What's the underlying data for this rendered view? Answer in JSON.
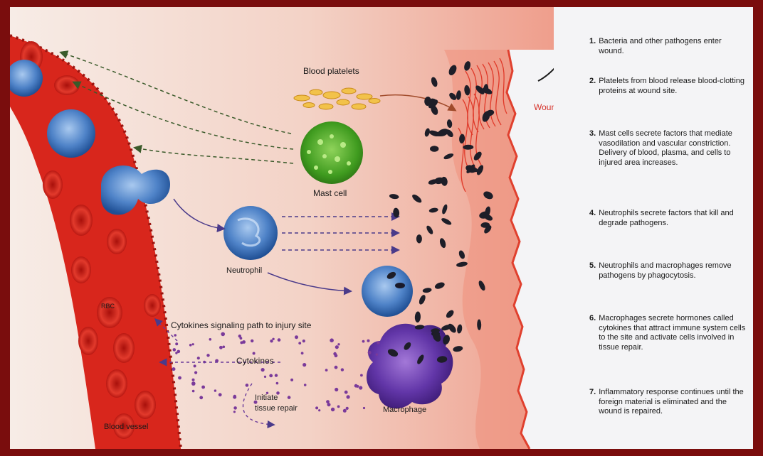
{
  "labels": {
    "blood_platelets": "Blood platelets",
    "mast_cell": "Mast cell",
    "neutrophil": "Neutrophil",
    "wound": "Wound",
    "cytokines_signaling": "Cytokines signaling path to injury site",
    "cytokines": "Cytokines",
    "initiate": "Initiate",
    "tissue_repair": "tissue repair",
    "macrophage": "Macrophage",
    "blood_vessel": "Blood vessel",
    "rbc": "RBC"
  },
  "steps": [
    {
      "num": "1.",
      "text": "Bacteria and other pathogens enter wound."
    },
    {
      "num": "2.",
      "text": "Platelets from blood release blood-clotting proteins at wound site."
    },
    {
      "num": "3.",
      "text": "Mast cells secrete factors that mediate vasodilation and vascular constriction. Delivery of blood, plasma, and cells to injured area increases."
    },
    {
      "num": "4.",
      "text": "Neutrophils secrete factors that kill and degrade pathogens."
    },
    {
      "num": "5.",
      "text": "Neutrophils and macrophages remove pathogens by phagocytosis."
    },
    {
      "num": "6.",
      "text": "Macrophages secrete hormones called cytokines that attract immune system cells to the site and activate cells involved in tissue repair."
    },
    {
      "num": "7.",
      "text": "Inflammatory response continues until the foreign material is eliminated and the wound is repaired."
    }
  ],
  "colors": {
    "frame": "#7a0d0d",
    "vessel": "#d8261c",
    "tissue": "#f2c2b4",
    "wound_label": "#d6322a",
    "mast_cell": "#3f9b1f",
    "neutrophil": "#3a6fb8",
    "macrophage": "#5a2a9a",
    "cytokine_dots": "#7a3a9a",
    "arrows": "#4a3a8a"
  }
}
